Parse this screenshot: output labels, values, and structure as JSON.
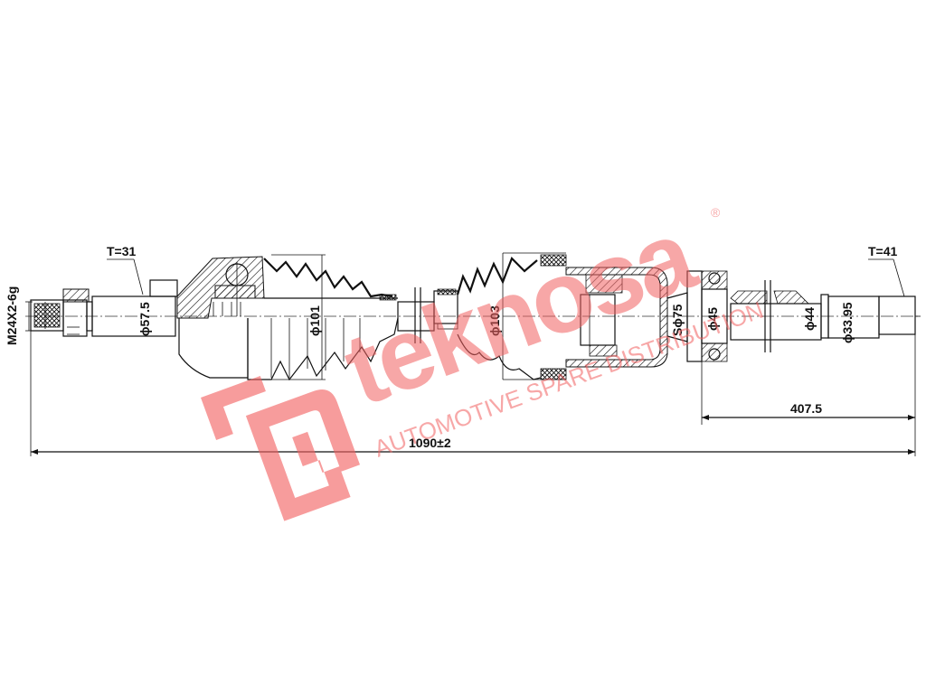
{
  "drawing": {
    "subject": "Drive shaft technical drawing",
    "labels": {
      "thread": "M24X2-6g",
      "outer_spline": "T=31",
      "outer_dia": "ϕ57.5",
      "outer_boot_dia": "ϕ101",
      "inner_boot_dia": "ϕ103",
      "inner_housing": "Sϕ75",
      "bearing_dia": "ϕ45",
      "shaft_dia": "ϕ44",
      "inner_spline_dia": "ϕ33.95",
      "inner_spline": "T=41",
      "partial_length": "407.5",
      "total_length": "1090±2"
    }
  },
  "watermark": {
    "brand": "teknosa",
    "registered": "®",
    "tagline": "AUTOMOTIVE SPARE DISTRIBUTION",
    "color": "#f26060"
  }
}
